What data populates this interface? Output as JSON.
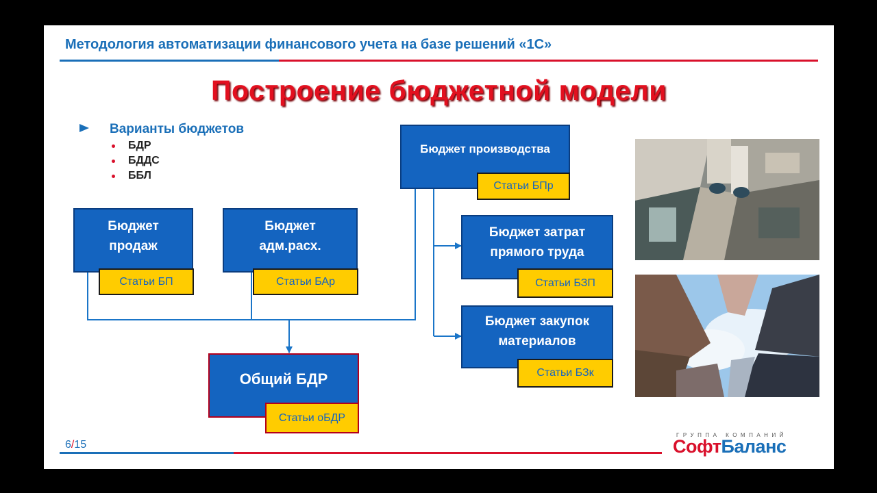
{
  "header": "Методология автоматизации финансового учета на базе решений «1С»",
  "title": "Построение бюджетной модели",
  "variants": {
    "heading": "Варианты бюджетов",
    "items": [
      "БДР",
      "БДДС",
      "ББЛ"
    ]
  },
  "boxes": {
    "sales": {
      "title": "Бюджет продаж",
      "tag": "Статьи БП"
    },
    "admin": {
      "title": "Бюджет адм.расх.",
      "tag": "Статьи БАр"
    },
    "production": {
      "title": "Бюджет производства",
      "tag": "Статьи БПр"
    },
    "labor": {
      "title": "Бюджет затрат прямого труда",
      "tag": "Статьи БЗП"
    },
    "materials": {
      "title": "Бюджет закупок материалов",
      "tag": "Статьи БЗк"
    },
    "total": {
      "title": "Общий БДР",
      "tag": "Статьи оБДР"
    }
  },
  "page": {
    "current": "6",
    "separator": "/",
    "total": "15"
  },
  "logo": {
    "subtitle": "ГРУППА КОМПАНИЙ",
    "part1": "Софт",
    "part2": "Баланс"
  },
  "colors": {
    "blue": "#1a6fb8",
    "red": "#d9102b",
    "box_blue": "#1464c0",
    "tag_yellow": "#ffcc00"
  }
}
